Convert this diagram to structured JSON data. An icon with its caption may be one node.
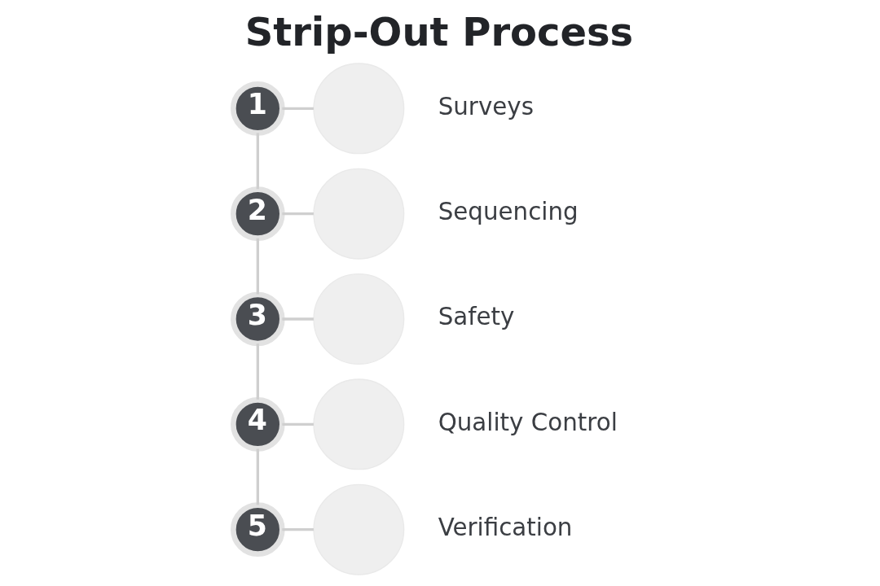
{
  "diagram": {
    "title": "Strip-Out Process",
    "nodes": [
      {
        "text": [
          "1"
        ]
      },
      {
        "text": [],
        "shape": "circle",
        "beside": [
          "Surveys"
        ]
      },
      {
        "text": [
          "2"
        ]
      },
      {
        "text": [],
        "shape": "circle",
        "beside": [
          "Sequencing"
        ]
      },
      {
        "text": [
          "3"
        ]
      },
      {
        "text": [],
        "shape": "circle",
        "beside": [
          "Safety"
        ]
      },
      {
        "text": [
          "4"
        ]
      },
      {
        "text": [],
        "shape": "circle",
        "beside": [
          "Quality Control"
        ]
      },
      {
        "text": [
          "5"
        ]
      },
      {
        "text": [],
        "shape": "circle",
        "beside": [
          "Verification"
        ]
      }
    ],
    "edges": [
      {
        "from": 0,
        "to": 1,
        "arrow": "none"
      },
      {
        "from": 0,
        "to": 2,
        "arrow": "none"
      },
      {
        "from": 2,
        "to": 3,
        "arrow": "none"
      },
      {
        "from": 2,
        "to": 4,
        "arrow": "none"
      },
      {
        "from": 4,
        "to": 5,
        "arrow": "none"
      },
      {
        "from": 4,
        "to": 6,
        "arrow": "none"
      },
      {
        "from": 6,
        "to": 7,
        "arrow": "none"
      },
      {
        "from": 6,
        "to": 8,
        "arrow": "none"
      },
      {
        "from": 8,
        "to": 9,
        "arrow": "none"
      }
    ]
  }
}
